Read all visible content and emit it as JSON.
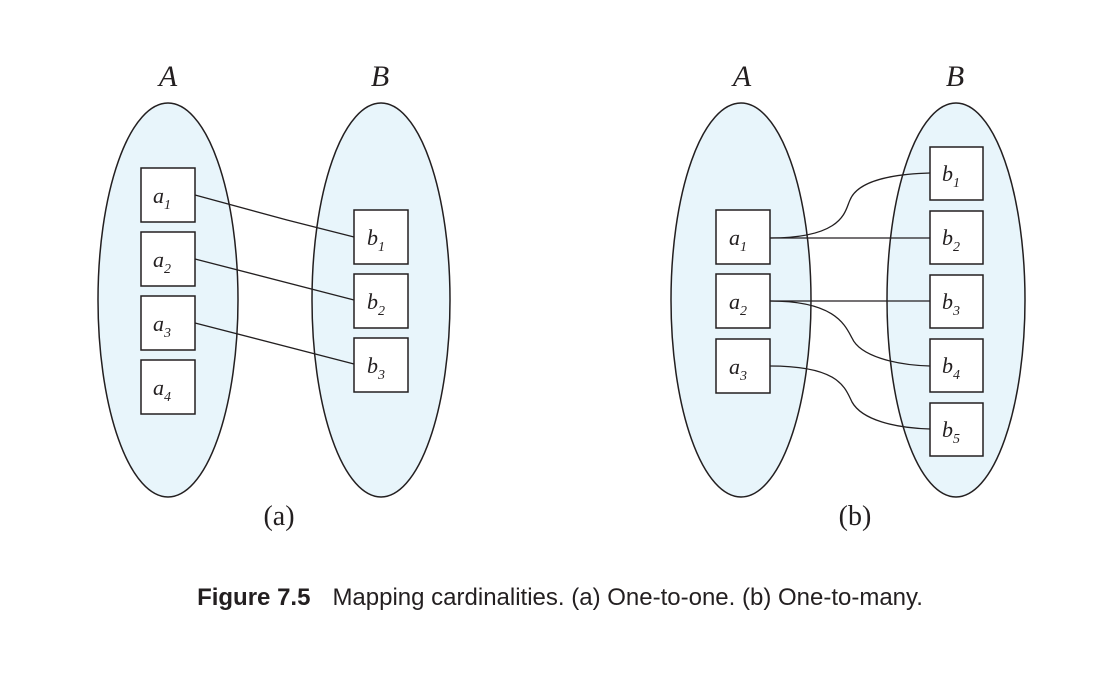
{
  "figure": {
    "caption_number": "Figure 7.5",
    "caption_text": "Mapping cardinalities. (a) One-to-one. (b) One-to-many."
  },
  "panels": [
    {
      "label": "(a)",
      "left_set": "A",
      "right_set": "B",
      "left_elements": [
        {
          "base": "a",
          "sub": "1"
        },
        {
          "base": "a",
          "sub": "2"
        },
        {
          "base": "a",
          "sub": "3"
        },
        {
          "base": "a",
          "sub": "4"
        }
      ],
      "right_elements": [
        {
          "base": "b",
          "sub": "1"
        },
        {
          "base": "b",
          "sub": "2"
        },
        {
          "base": "b",
          "sub": "3"
        }
      ],
      "mappings": [
        {
          "from": "a1",
          "to": "b1"
        },
        {
          "from": "a2",
          "to": "b2"
        },
        {
          "from": "a3",
          "to": "b3"
        }
      ]
    },
    {
      "label": "(b)",
      "left_set": "A",
      "right_set": "B",
      "left_elements": [
        {
          "base": "a",
          "sub": "1"
        },
        {
          "base": "a",
          "sub": "2"
        },
        {
          "base": "a",
          "sub": "3"
        }
      ],
      "right_elements": [
        {
          "base": "b",
          "sub": "1"
        },
        {
          "base": "b",
          "sub": "2"
        },
        {
          "base": "b",
          "sub": "3"
        },
        {
          "base": "b",
          "sub": "4"
        },
        {
          "base": "b",
          "sub": "5"
        }
      ],
      "mappings": [
        {
          "from": "a1",
          "to": "b1"
        },
        {
          "from": "a1",
          "to": "b2"
        },
        {
          "from": "a2",
          "to": "b3"
        },
        {
          "from": "a2",
          "to": "b4"
        },
        {
          "from": "a3",
          "to": "b5"
        }
      ]
    }
  ]
}
